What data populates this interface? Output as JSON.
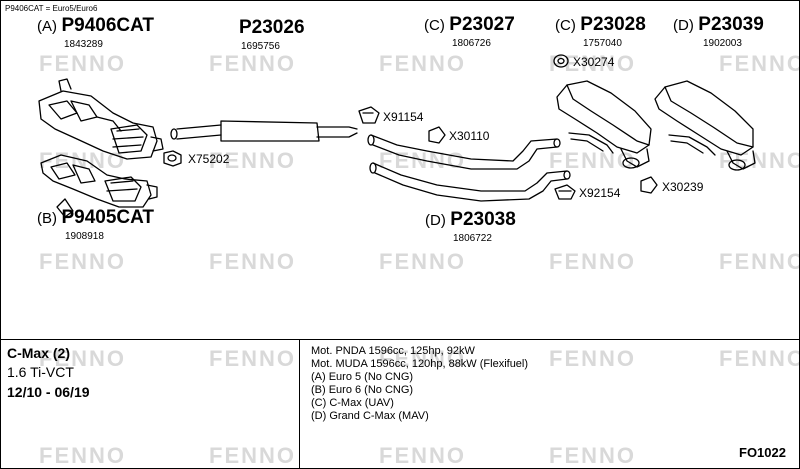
{
  "watermark": "FENNO",
  "header_note": "P9406CAT = Euro5/Euro6",
  "parts": {
    "p9406cat": {
      "prefix": "(A)",
      "number": "P9406CAT",
      "code": "1843289"
    },
    "p23026": {
      "prefix": "",
      "number": "P23026",
      "code": "1695756"
    },
    "p23027": {
      "prefix": "(C)",
      "number": "P23027",
      "code": "1806726"
    },
    "p23028": {
      "prefix": "(C)",
      "number": "P23028",
      "code": "1757040"
    },
    "p23039": {
      "prefix": "(D)",
      "number": "P23039",
      "code": "1902003"
    },
    "p9405cat": {
      "prefix": "(B)",
      "number": "P9405CAT",
      "code": "1908918"
    },
    "p23038": {
      "prefix": "(D)",
      "number": "P23038",
      "code": "1806722"
    }
  },
  "accessories": {
    "x91154": "X91154",
    "x30110": "X30110",
    "x75202": "X75202",
    "x30274": "X30274",
    "x92154": "X92154",
    "x30239": "X30239"
  },
  "vehicle": {
    "model": "C-Max (2)",
    "engine": "1.6 Ti-VCT",
    "years": "12/10 - 06/19"
  },
  "info_lines": [
    "Mot. PNDA 1596cc, 125hp, 92kW",
    "Mot. MUDA 1596cc, 120hp, 88kW (Flexifuel)",
    "(A) Euro 5 (No CNG)",
    "(B) Euro 6 (No CNG)",
    "(C) C-Max (UAV)",
    "(D) Grand C-Max (MAV)"
  ],
  "reference": "FO1022"
}
